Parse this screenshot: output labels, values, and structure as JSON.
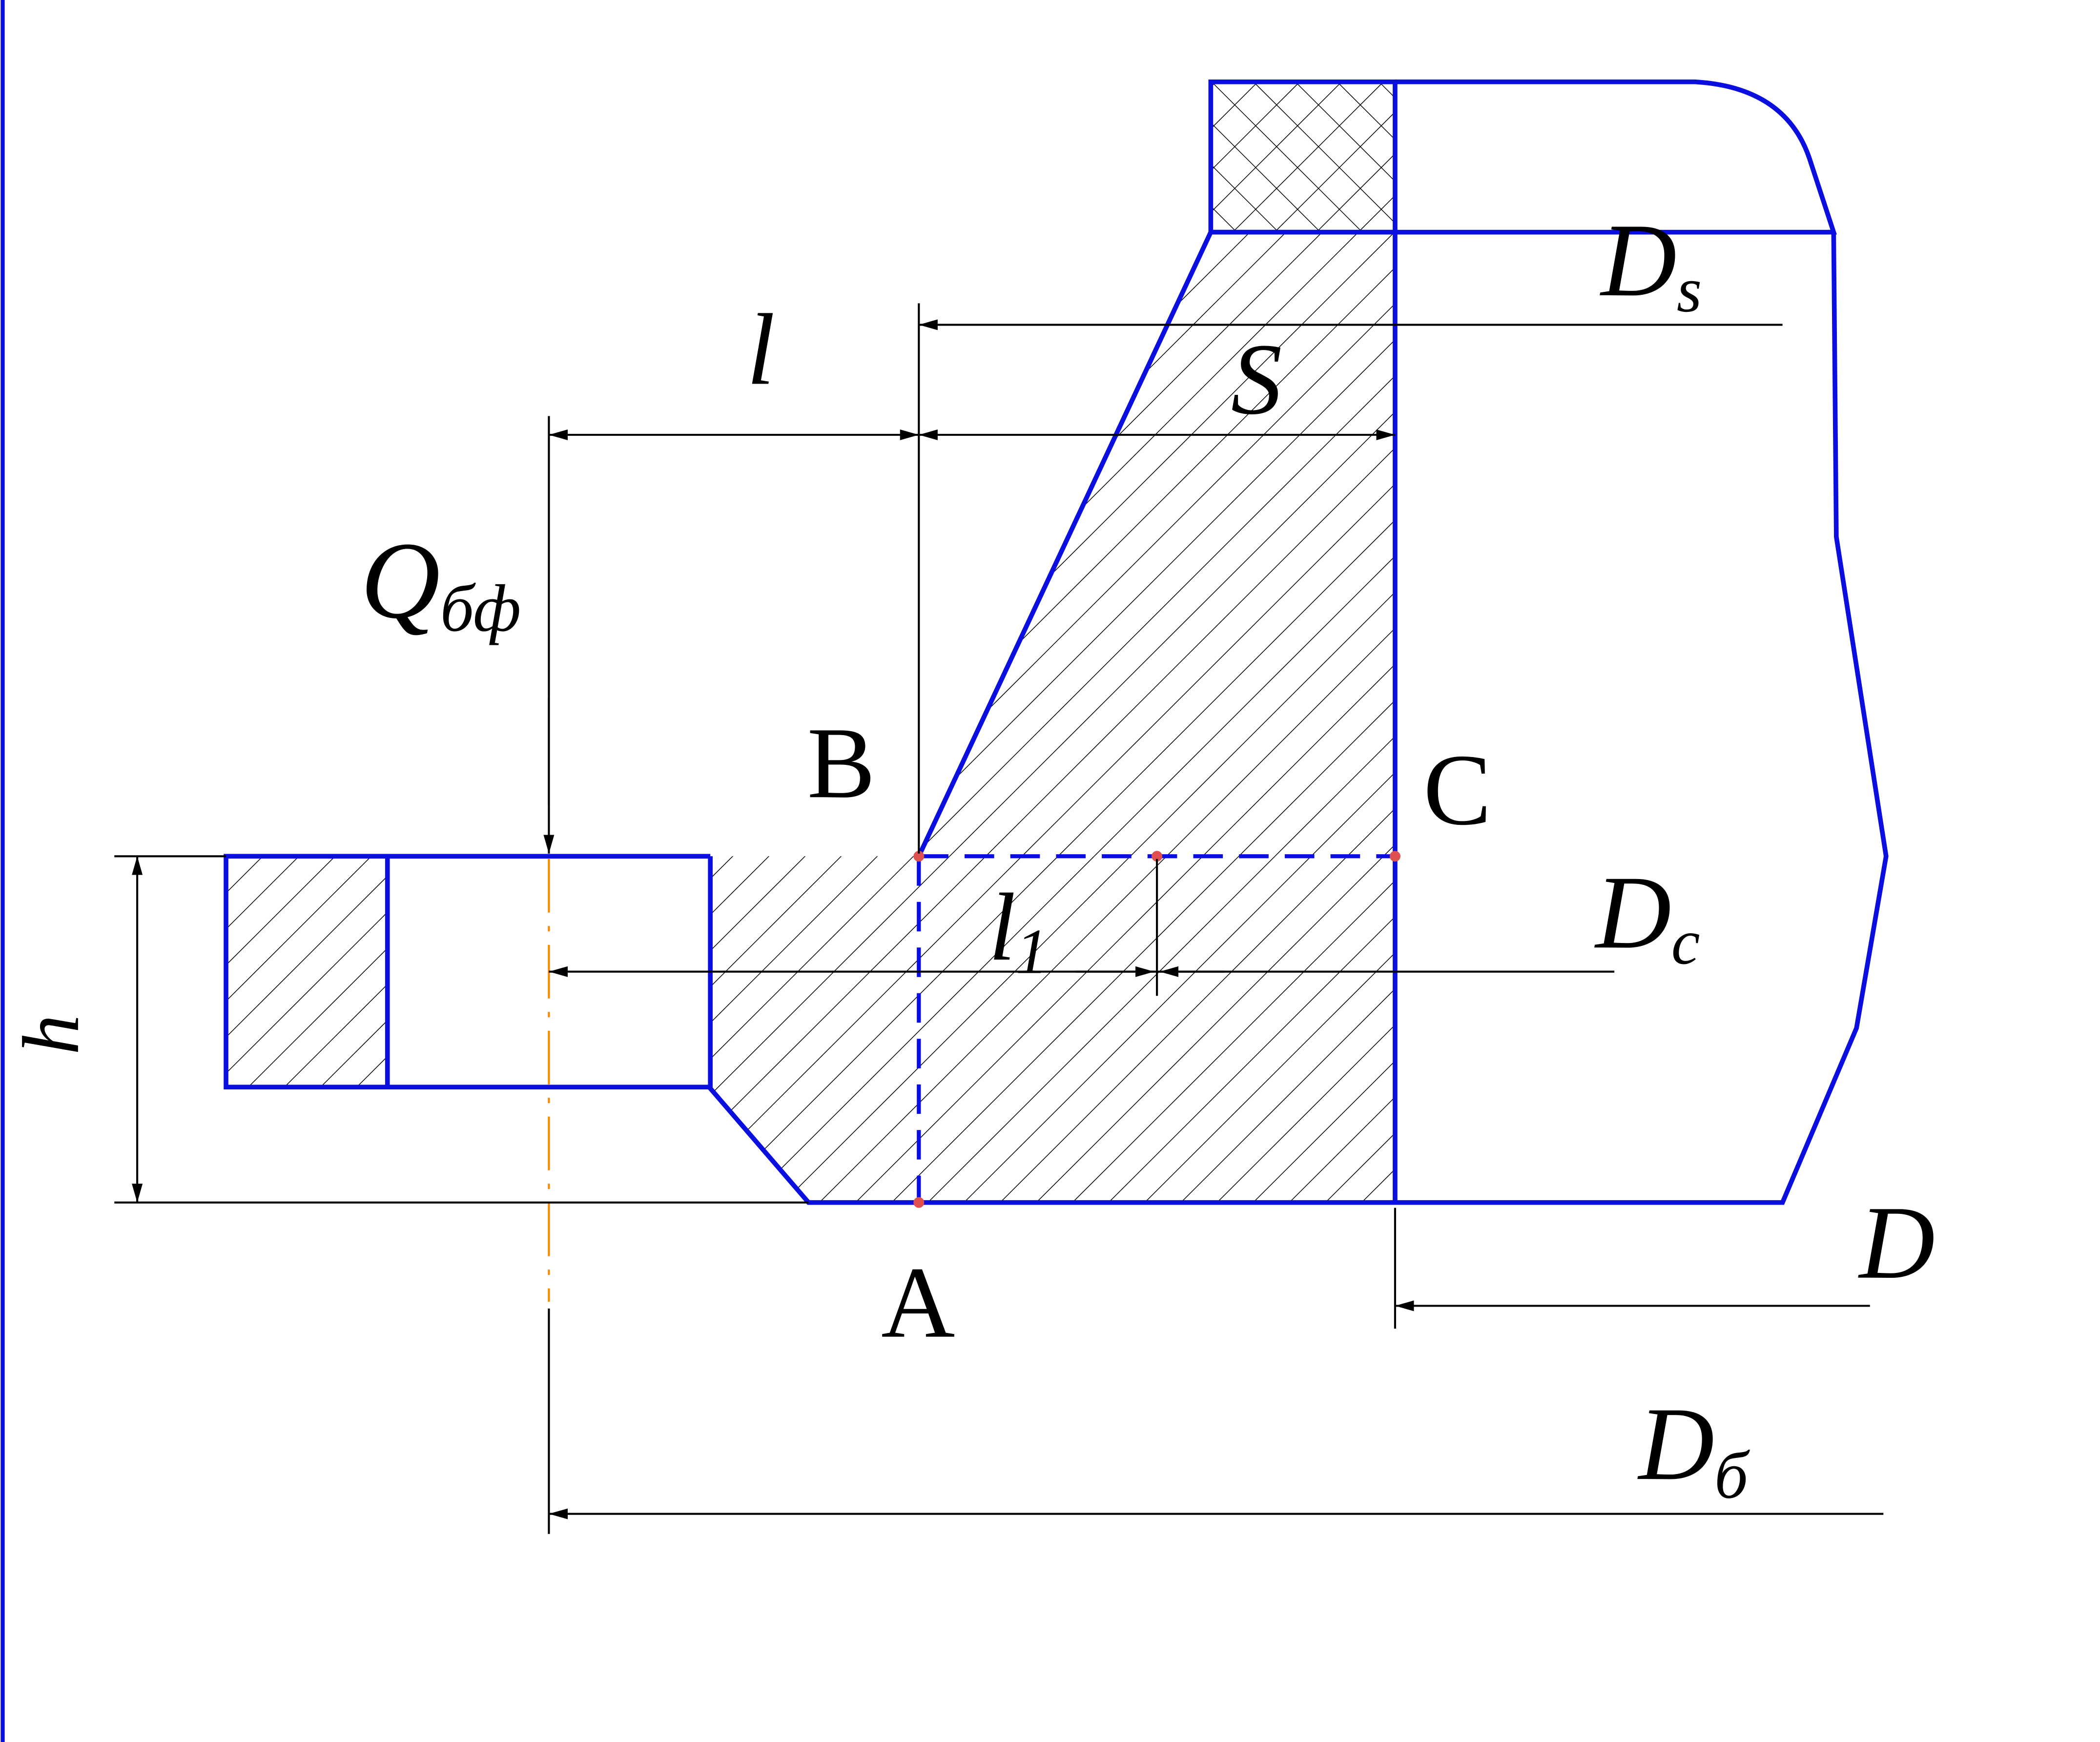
{
  "diagram": {
    "points": {
      "A": "A",
      "B": "B",
      "C": "C"
    },
    "dimensions": {
      "l": "l",
      "l1_main": "l",
      "l1_sub": "1",
      "S": "S",
      "h": "h",
      "Q_main": "Q",
      "Q_sub": "бф",
      "Ds_main": "D",
      "Ds_sub": "s",
      "Dc_main": "D",
      "Dc_sub": "c",
      "D": "D",
      "Db_main": "D",
      "Db_sub": "б"
    },
    "colors": {
      "outline": "#0a0fe0",
      "dimension": "#000000",
      "axis": "#f08a00",
      "marker": "#e05050"
    }
  }
}
